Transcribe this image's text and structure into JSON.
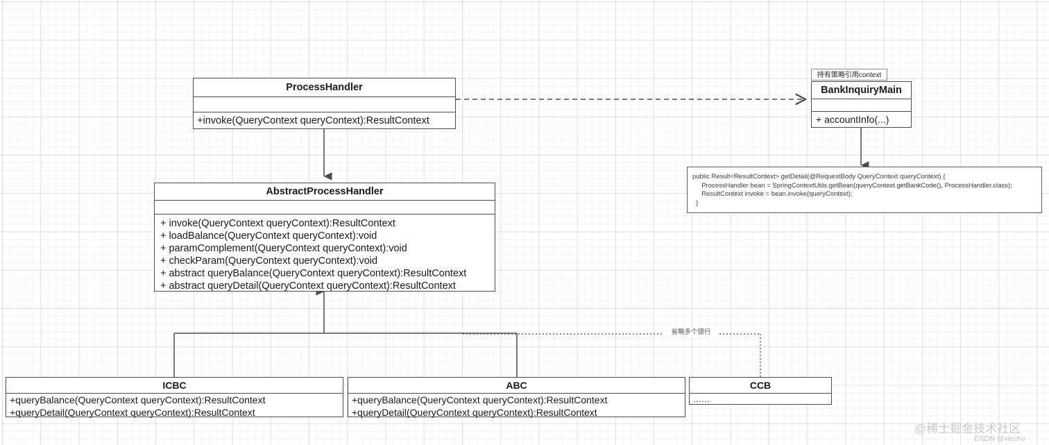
{
  "diagram": {
    "title": "Bank Inquiry Strategy Pattern UML Class Diagram",
    "background": "#ffffff",
    "line_color": "#4b4b4b"
  },
  "classes": {
    "process_handler": {
      "name": "ProcessHandler",
      "attributes": [],
      "methods": [
        "+invoke(QueryContext queryContext):ResultContext"
      ]
    },
    "abstract_process_handler": {
      "name": "AbstractProcessHandler",
      "attributes": [],
      "methods": [
        "+ invoke(QueryContext queryContext):ResultContext",
        "+ loadBalance(QueryContext queryContext):void",
        "+ paramComplement(QueryContext queryContext):void",
        "+ checkParam(QueryContext queryContext):void",
        "+ abstract queryBalance(QueryContext queryContext):ResultContext",
        "+ abstract queryDetail(QueryContext queryContext):ResultContext"
      ]
    },
    "bank_inquiry_main": {
      "name": "BankInquiryMain",
      "stereotype_label": "持有策略引用context",
      "attributes": [],
      "methods": [
        "+ accountInfo(...)"
      ]
    },
    "icbc": {
      "name": "ICBC",
      "methods": [
        "+queryBalance(QueryContext queryContext):ResultContext",
        "+queryDetail(QueryContext queryContext):ResultContext"
      ]
    },
    "abc": {
      "name": "ABC",
      "methods": [
        "+queryBalance(QueryContext queryContext):ResultContext",
        "+queryDetail(QueryContext queryContext):ResultContext"
      ]
    },
    "ccb": {
      "name": "CCB",
      "methods": [
        "……"
      ]
    }
  },
  "notes": {
    "code_note": {
      "lines": [
        "public Result<ResultContext> getDetail(@RequestBody QueryContext queryContext) {",
        "     ProcessHandler bean = SpringContextUtils.getBean(queryContext.getBankCode(), ProcessHandler.class);",
        "     ResultContext invoke = bean.invoke(queryContext);",
        "  }"
      ]
    }
  },
  "edges": {
    "omitted_banks_label": "省略多个银行"
  },
  "watermark": {
    "main": "@稀土掘金技术社区",
    "sub": "CSDN @xlecho"
  }
}
